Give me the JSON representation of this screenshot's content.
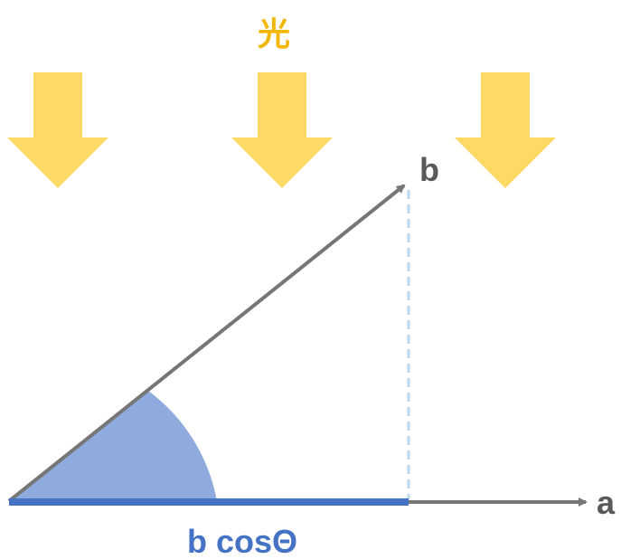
{
  "light": {
    "label": "光",
    "color": "#FFD966",
    "label_color": "#F2B705",
    "arrow_count": 3
  },
  "vectors": {
    "a": {
      "label": "a",
      "color": "#767676"
    },
    "b": {
      "label": "b",
      "color": "#767676"
    }
  },
  "projection": {
    "label": "b cosΘ",
    "color": "#4472C4",
    "dash_color": "#BDD7EE"
  },
  "angle": {
    "fill_color": "#8FAADC"
  },
  "text_color": "#595959"
}
